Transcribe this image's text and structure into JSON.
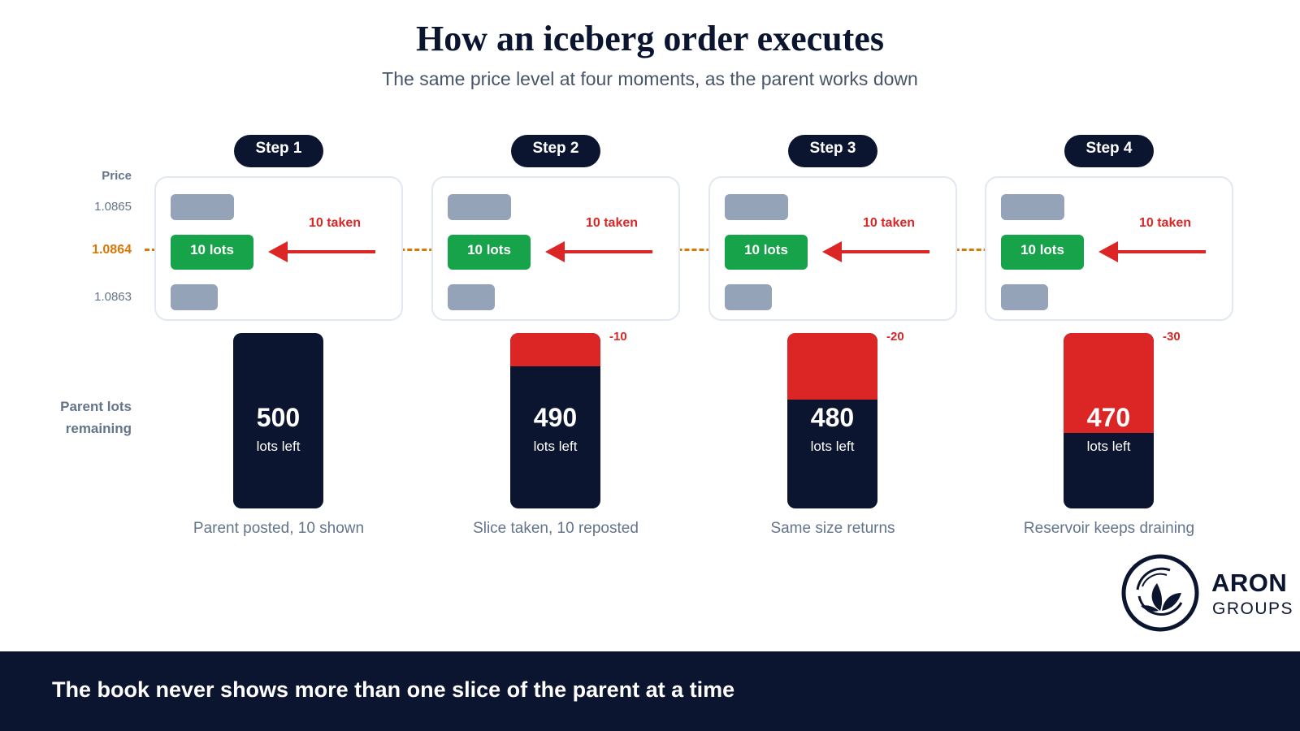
{
  "header": {
    "title": "How an iceberg order executes",
    "subtitle": "The same price level at four moments, as the parent works down"
  },
  "axis": {
    "price_heading": "Price",
    "prices": [
      "1.0865",
      "1.0864",
      "1.0863"
    ],
    "active_price": "1.0864",
    "parent_label_line1": "Parent lots",
    "parent_label_line2": "remaining"
  },
  "colors": {
    "navy": "#0c1530",
    "slice_green": "#16a34a",
    "taken_red": "#dc2626",
    "price_line_orange": "#d97706",
    "level_gray": "#94a3b8"
  },
  "reservoir_initial": 500,
  "steps": [
    {
      "label": "Step 1",
      "slice": "10 lots",
      "taken": "10 taken",
      "remaining": "500",
      "unit": "lots left",
      "delta": "",
      "drained": 0,
      "caption": "Parent posted, 10 shown"
    },
    {
      "label": "Step 2",
      "slice": "10 lots",
      "taken": "10 taken",
      "remaining": "490",
      "unit": "lots left",
      "delta": "-10",
      "drained": 10,
      "caption": "Slice taken, 10 reposted"
    },
    {
      "label": "Step 3",
      "slice": "10 lots",
      "taken": "10 taken",
      "remaining": "480",
      "unit": "lots left",
      "delta": "-20",
      "drained": 20,
      "caption": "Same size returns"
    },
    {
      "label": "Step 4",
      "slice": "10 lots",
      "taken": "10 taken",
      "remaining": "470",
      "unit": "lots left",
      "delta": "-30",
      "drained": 30,
      "caption": "Reservoir keeps draining"
    }
  ],
  "brand": {
    "name": "ARON",
    "sub": "GROUPS",
    "logo_icon": "leaf-circle-logo-icon"
  },
  "footer": {
    "text": "The book never shows more than one slice of the parent at a time"
  }
}
